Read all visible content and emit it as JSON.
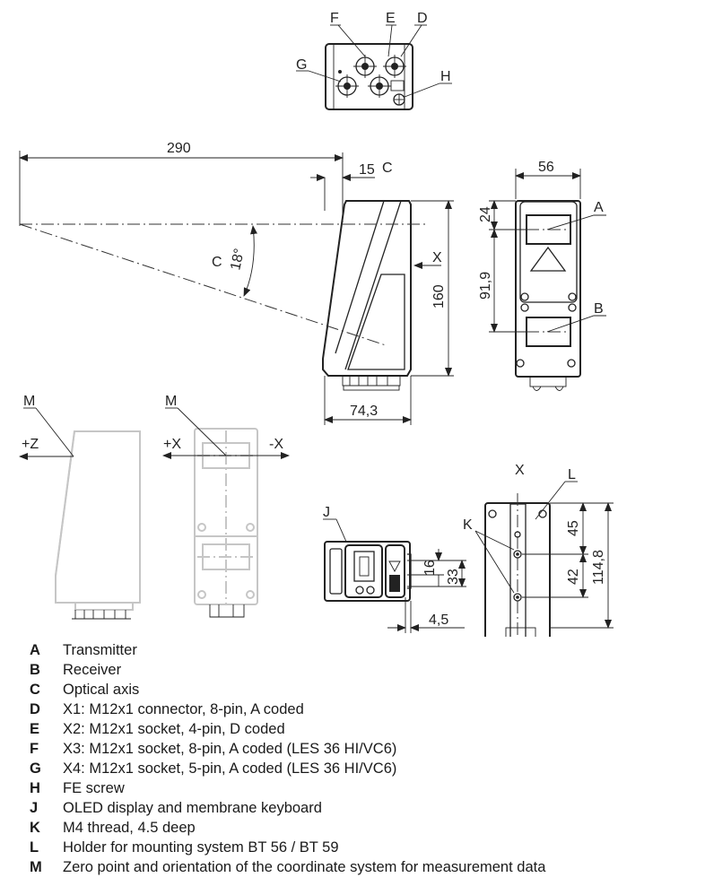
{
  "labels": {
    "A": "A",
    "B": "B",
    "C": "C",
    "D": "D",
    "E": "E",
    "F": "F",
    "G": "G",
    "H": "H",
    "J": "J",
    "K": "K",
    "L": "L",
    "M": "M",
    "X": "X"
  },
  "dimensions": {
    "d290": "290",
    "d15": "15",
    "d56": "56",
    "d24": "24",
    "d91_9": "91,9",
    "d160": "160",
    "d74_3": "74,3",
    "d18": "18°",
    "d16": "16",
    "d33": "33",
    "d4_5": "4,5",
    "d45": "45",
    "d42": "42",
    "d114_8": "114,8"
  },
  "axes": {
    "plus_z": "+Z",
    "plus_x": "+X",
    "minus_x": "-X"
  },
  "legend": [
    {
      "key": "A",
      "text": "Transmitter"
    },
    {
      "key": "B",
      "text": "Receiver"
    },
    {
      "key": "C",
      "text": "Optical axis"
    },
    {
      "key": "D",
      "text": "X1: M12x1 connector, 8-pin, A coded"
    },
    {
      "key": "E",
      "text": "X2: M12x1 socket, 4-pin, D coded"
    },
    {
      "key": "F",
      "text": "X3: M12x1 socket, 8-pin, A coded (LES 36 HI/VC6)"
    },
    {
      "key": "G",
      "text": "X4: M12x1 socket, 5-pin, A coded (LES 36 HI/VC6)"
    },
    {
      "key": "H",
      "text": "FE screw"
    },
    {
      "key": "J",
      "text": "OLED display and membrane keyboard"
    },
    {
      "key": "K",
      "text": "M4 thread, 4.5 deep"
    },
    {
      "key": "L",
      "text": "Holder for mounting system BT 56 / BT 59"
    },
    {
      "key": "M",
      "text": "Zero point and orientation of the coordinate system for measurement data"
    }
  ]
}
